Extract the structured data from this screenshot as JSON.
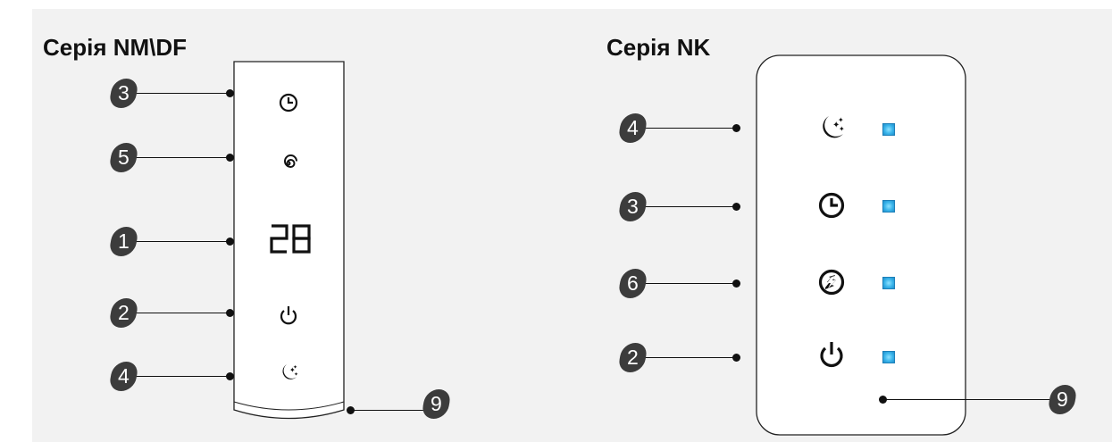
{
  "left_panel": {
    "title": "Серія NM\\DF",
    "callouts": [
      {
        "number": "3",
        "icon": "clock-icon"
      },
      {
        "number": "5",
        "icon": "swirl-icon"
      },
      {
        "number": "1",
        "icon": "seven-segment-display"
      },
      {
        "number": "2",
        "icon": "power-icon"
      },
      {
        "number": "4",
        "icon": "moon-stars-icon"
      }
    ],
    "display_value": "28",
    "receiver_callout": "9"
  },
  "right_panel": {
    "title": "Серія NK",
    "callouts": [
      {
        "number": "4",
        "icon": "moon-stars-icon"
      },
      {
        "number": "3",
        "icon": "clock-icon"
      },
      {
        "number": "6",
        "icon": "turbo-icon"
      },
      {
        "number": "2",
        "icon": "power-icon"
      }
    ],
    "receiver_callout": "9"
  },
  "colors": {
    "background": "#f2f2f2",
    "badge": "#3c3c3c",
    "indicator": "#3ab4ea"
  }
}
